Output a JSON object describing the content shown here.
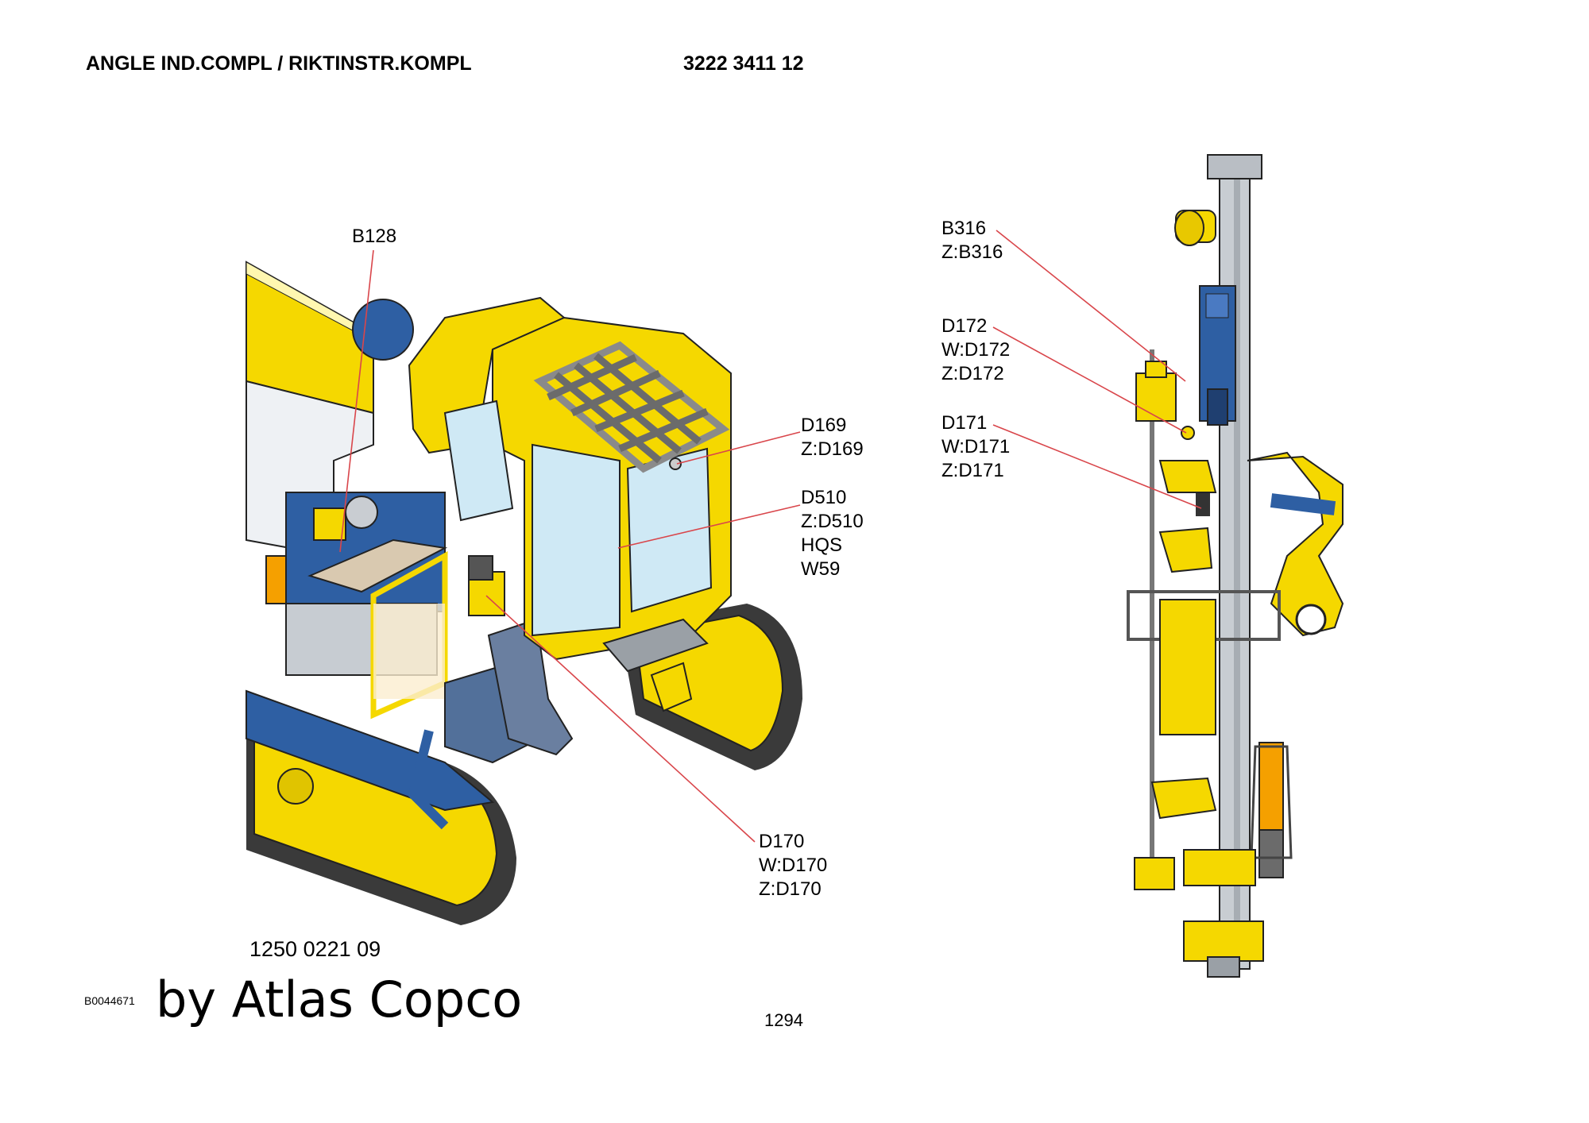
{
  "header": {
    "title": "ANGLE IND.COMPL / RIKTINSTR.KOMPL",
    "part_number": "3222 3411 12"
  },
  "callouts": {
    "b128": [
      "B128"
    ],
    "d169": [
      "D169",
      "Z:D169"
    ],
    "d510": [
      "D510",
      "Z:D510",
      "HQS",
      "W59"
    ],
    "d170": [
      "D170",
      "W:D170",
      "Z:D170"
    ],
    "b316": [
      "B316",
      "Z:B316"
    ],
    "d172": [
      "D172",
      "W:D172",
      "Z:D172"
    ],
    "d171": [
      "D171",
      "W:D171",
      "Z:D171"
    ]
  },
  "footer": {
    "drawing_number": "1250 0221 09",
    "image_code": "B0044671",
    "watermark": "by Atlas Copco",
    "page_number": "1294"
  },
  "colors": {
    "machine_yellow": "#f5d800",
    "machine_blue": "#2e5fa3",
    "track_dark": "#3a3a3a",
    "leader_red": "#d9464b",
    "glass": "#cfe9f5",
    "frame_gray": "#b9bec4"
  }
}
